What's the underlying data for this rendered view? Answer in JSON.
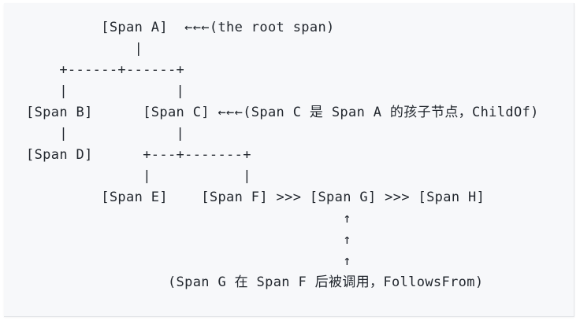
{
  "panel": {
    "background_color": "#f7f8fa",
    "border_color": "#e3e5e8",
    "text_color": "#22272e"
  },
  "diagram": {
    "kind": "ascii-art",
    "description": "OpenTracing span relationship tree",
    "root_span": "[Span A]",
    "annotations": {
      "root": "(the root span)",
      "child_of": "(Span C 是 Span A 的孩子节点，ChildOf)",
      "follows_from": "(Span G 在 Span F 后被调用，FollowsFrom)"
    },
    "spans": [
      "[Span A]",
      "[Span B]",
      "[Span C]",
      "[Span D]",
      "[Span E]",
      "[Span F]",
      "[Span G]",
      "[Span H]"
    ],
    "arrow_glyphs": {
      "left": "←←←",
      "right": ">>>",
      "up": "↑"
    },
    "lines": [
      "         [Span A]  ←←←(the root span)",
      "             |",
      "    +------+------+",
      "    |             |",
      "[Span B]      [Span C] ←←←(Span C 是 Span A 的孩子节点，ChildOf)",
      "    |             |",
      "[Span D]      +---+-------+",
      "              |           |",
      "         [Span E]    [Span F] >>> [Span G] >>> [Span H]",
      "                                      ↑",
      "                                      ↑",
      "                                      ↑",
      "                 (Span G 在 Span F 后被调用，FollowsFrom)"
    ]
  }
}
